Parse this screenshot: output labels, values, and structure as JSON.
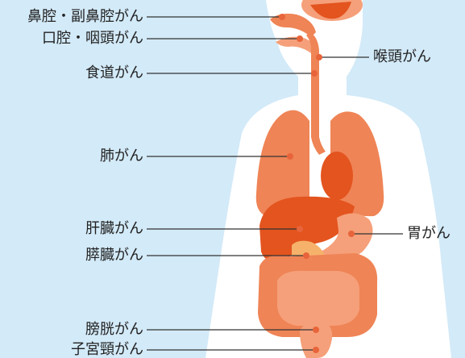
{
  "labels": {
    "nasal": "鼻腔・副鼻腔がん",
    "oral": "口腔・咽頭がん",
    "larynx": "喉頭がん",
    "esophagus": "食道がん",
    "lung": "肺がん",
    "liver": "肝臓がん",
    "stomach": "胃がん",
    "pancreas": "膵臓がん",
    "bladder": "膀胱がん",
    "cervix": "子宮頸がん"
  },
  "colors": {
    "background": "#d3eaf8",
    "body": "#ffffff",
    "organ_light": "#f5a07a",
    "organ": "#ef8456",
    "organ_dark": "#e3541f",
    "pancreas": "#f6b26b",
    "marker": "#e8643a",
    "leader_line": "#333333"
  }
}
